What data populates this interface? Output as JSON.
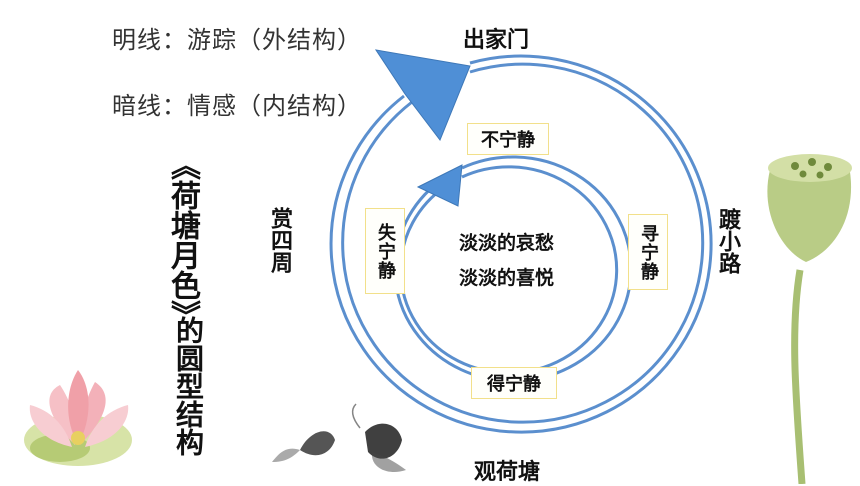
{
  "legend": {
    "explicit_line": "明线：游踪（外结构）",
    "implicit_line": "暗线：情感（内结构）"
  },
  "title": {
    "main": "《荷塘月色》",
    "sub": "的圆型结构"
  },
  "outer_cycle": {
    "top": "出家门",
    "right": "踱小路",
    "bottom": "观荷塘",
    "left": "赏四周"
  },
  "inner_cycle": {
    "top": "不宁静",
    "right": "寻宁静",
    "bottom": "得宁静",
    "left": "失宁静"
  },
  "center": {
    "line1": "淡淡的哀愁",
    "line2": "淡淡的喜悦"
  },
  "colors": {
    "ring": "#5b8fce",
    "arrow": "#4f8fd6",
    "box_border": "#f2e08a",
    "lotus_pink": "#f0a0a8",
    "lotus_green": "#a8c060"
  }
}
